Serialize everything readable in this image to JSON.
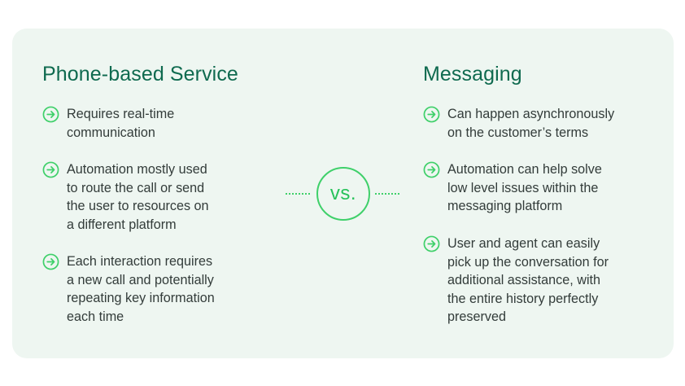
{
  "left": {
    "title": "Phone-based Service",
    "items": [
      [
        "Requires real-time",
        "communication"
      ],
      [
        "Automation mostly used",
        "to route the call or send",
        "the user to resources on",
        "a different platform"
      ],
      [
        "Each interaction requires",
        "a new call and potentially",
        "repeating key information",
        "each time"
      ]
    ]
  },
  "right": {
    "title": "Messaging",
    "items": [
      [
        "Can happen asynchronously",
        "on the customer’s terms"
      ],
      [
        "Automation can help solve",
        "low level issues within the",
        "messaging platform"
      ],
      [
        "User and agent can easily",
        "pick up the conversation for",
        "additional assistance, with",
        "the entire history perfectly",
        "preserved"
      ]
    ]
  },
  "divider": {
    "label": "vs."
  },
  "colors": {
    "card_background": "#eef6f1",
    "title": "#0f6a4f",
    "accent_green": "#3fd06a",
    "body_text": "#333c3a"
  },
  "icons": {
    "bullet": "circle-arrow-right-icon"
  }
}
